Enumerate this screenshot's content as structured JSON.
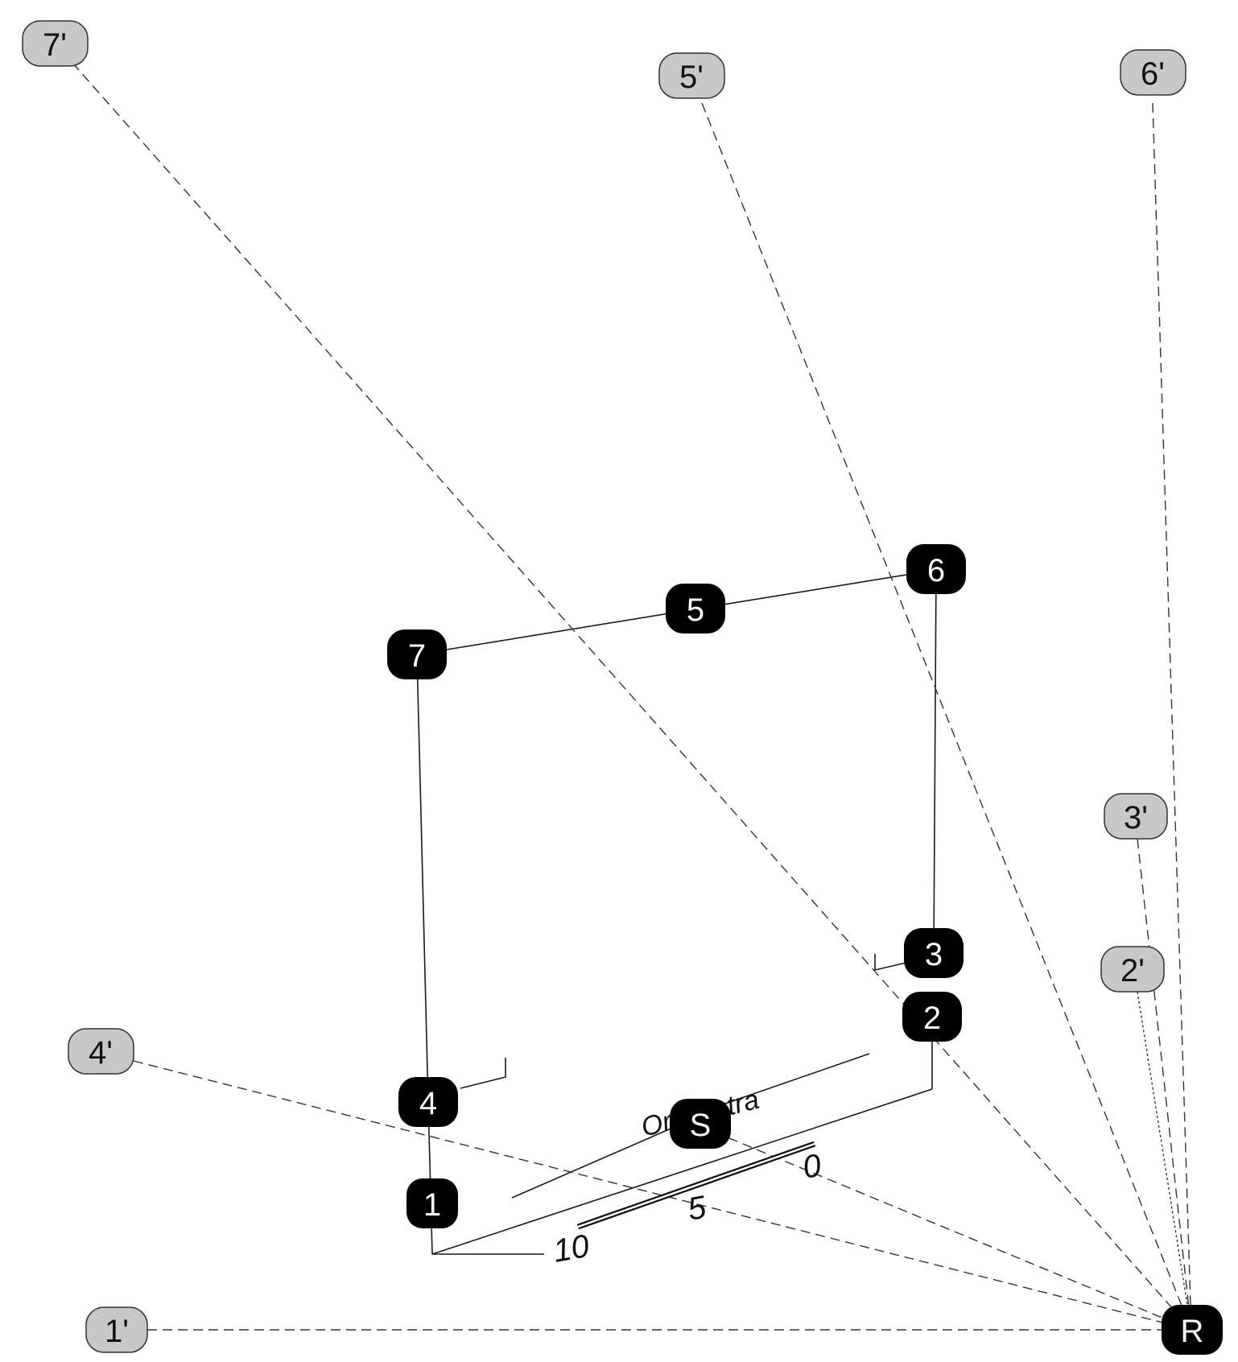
{
  "diagram": {
    "real_points": [
      {
        "id": "1",
        "label": "1"
      },
      {
        "id": "2",
        "label": "2"
      },
      {
        "id": "3",
        "label": "3"
      },
      {
        "id": "4",
        "label": "4"
      },
      {
        "id": "5",
        "label": "5"
      },
      {
        "id": "6",
        "label": "6"
      },
      {
        "id": "7",
        "label": "7"
      },
      {
        "id": "S",
        "label": "S"
      },
      {
        "id": "R",
        "label": "R"
      }
    ],
    "image_points": [
      {
        "id": "1p",
        "label": "1'"
      },
      {
        "id": "2p",
        "label": "2'"
      },
      {
        "id": "3p",
        "label": "3'"
      },
      {
        "id": "4p",
        "label": "4'"
      },
      {
        "id": "5p",
        "label": "5'"
      },
      {
        "id": "6p",
        "label": "6'"
      },
      {
        "id": "7p",
        "label": "7'"
      }
    ],
    "orchestra_label": "Orchestra",
    "scale": {
      "ticks": [
        "10",
        "5",
        "0"
      ]
    }
  }
}
